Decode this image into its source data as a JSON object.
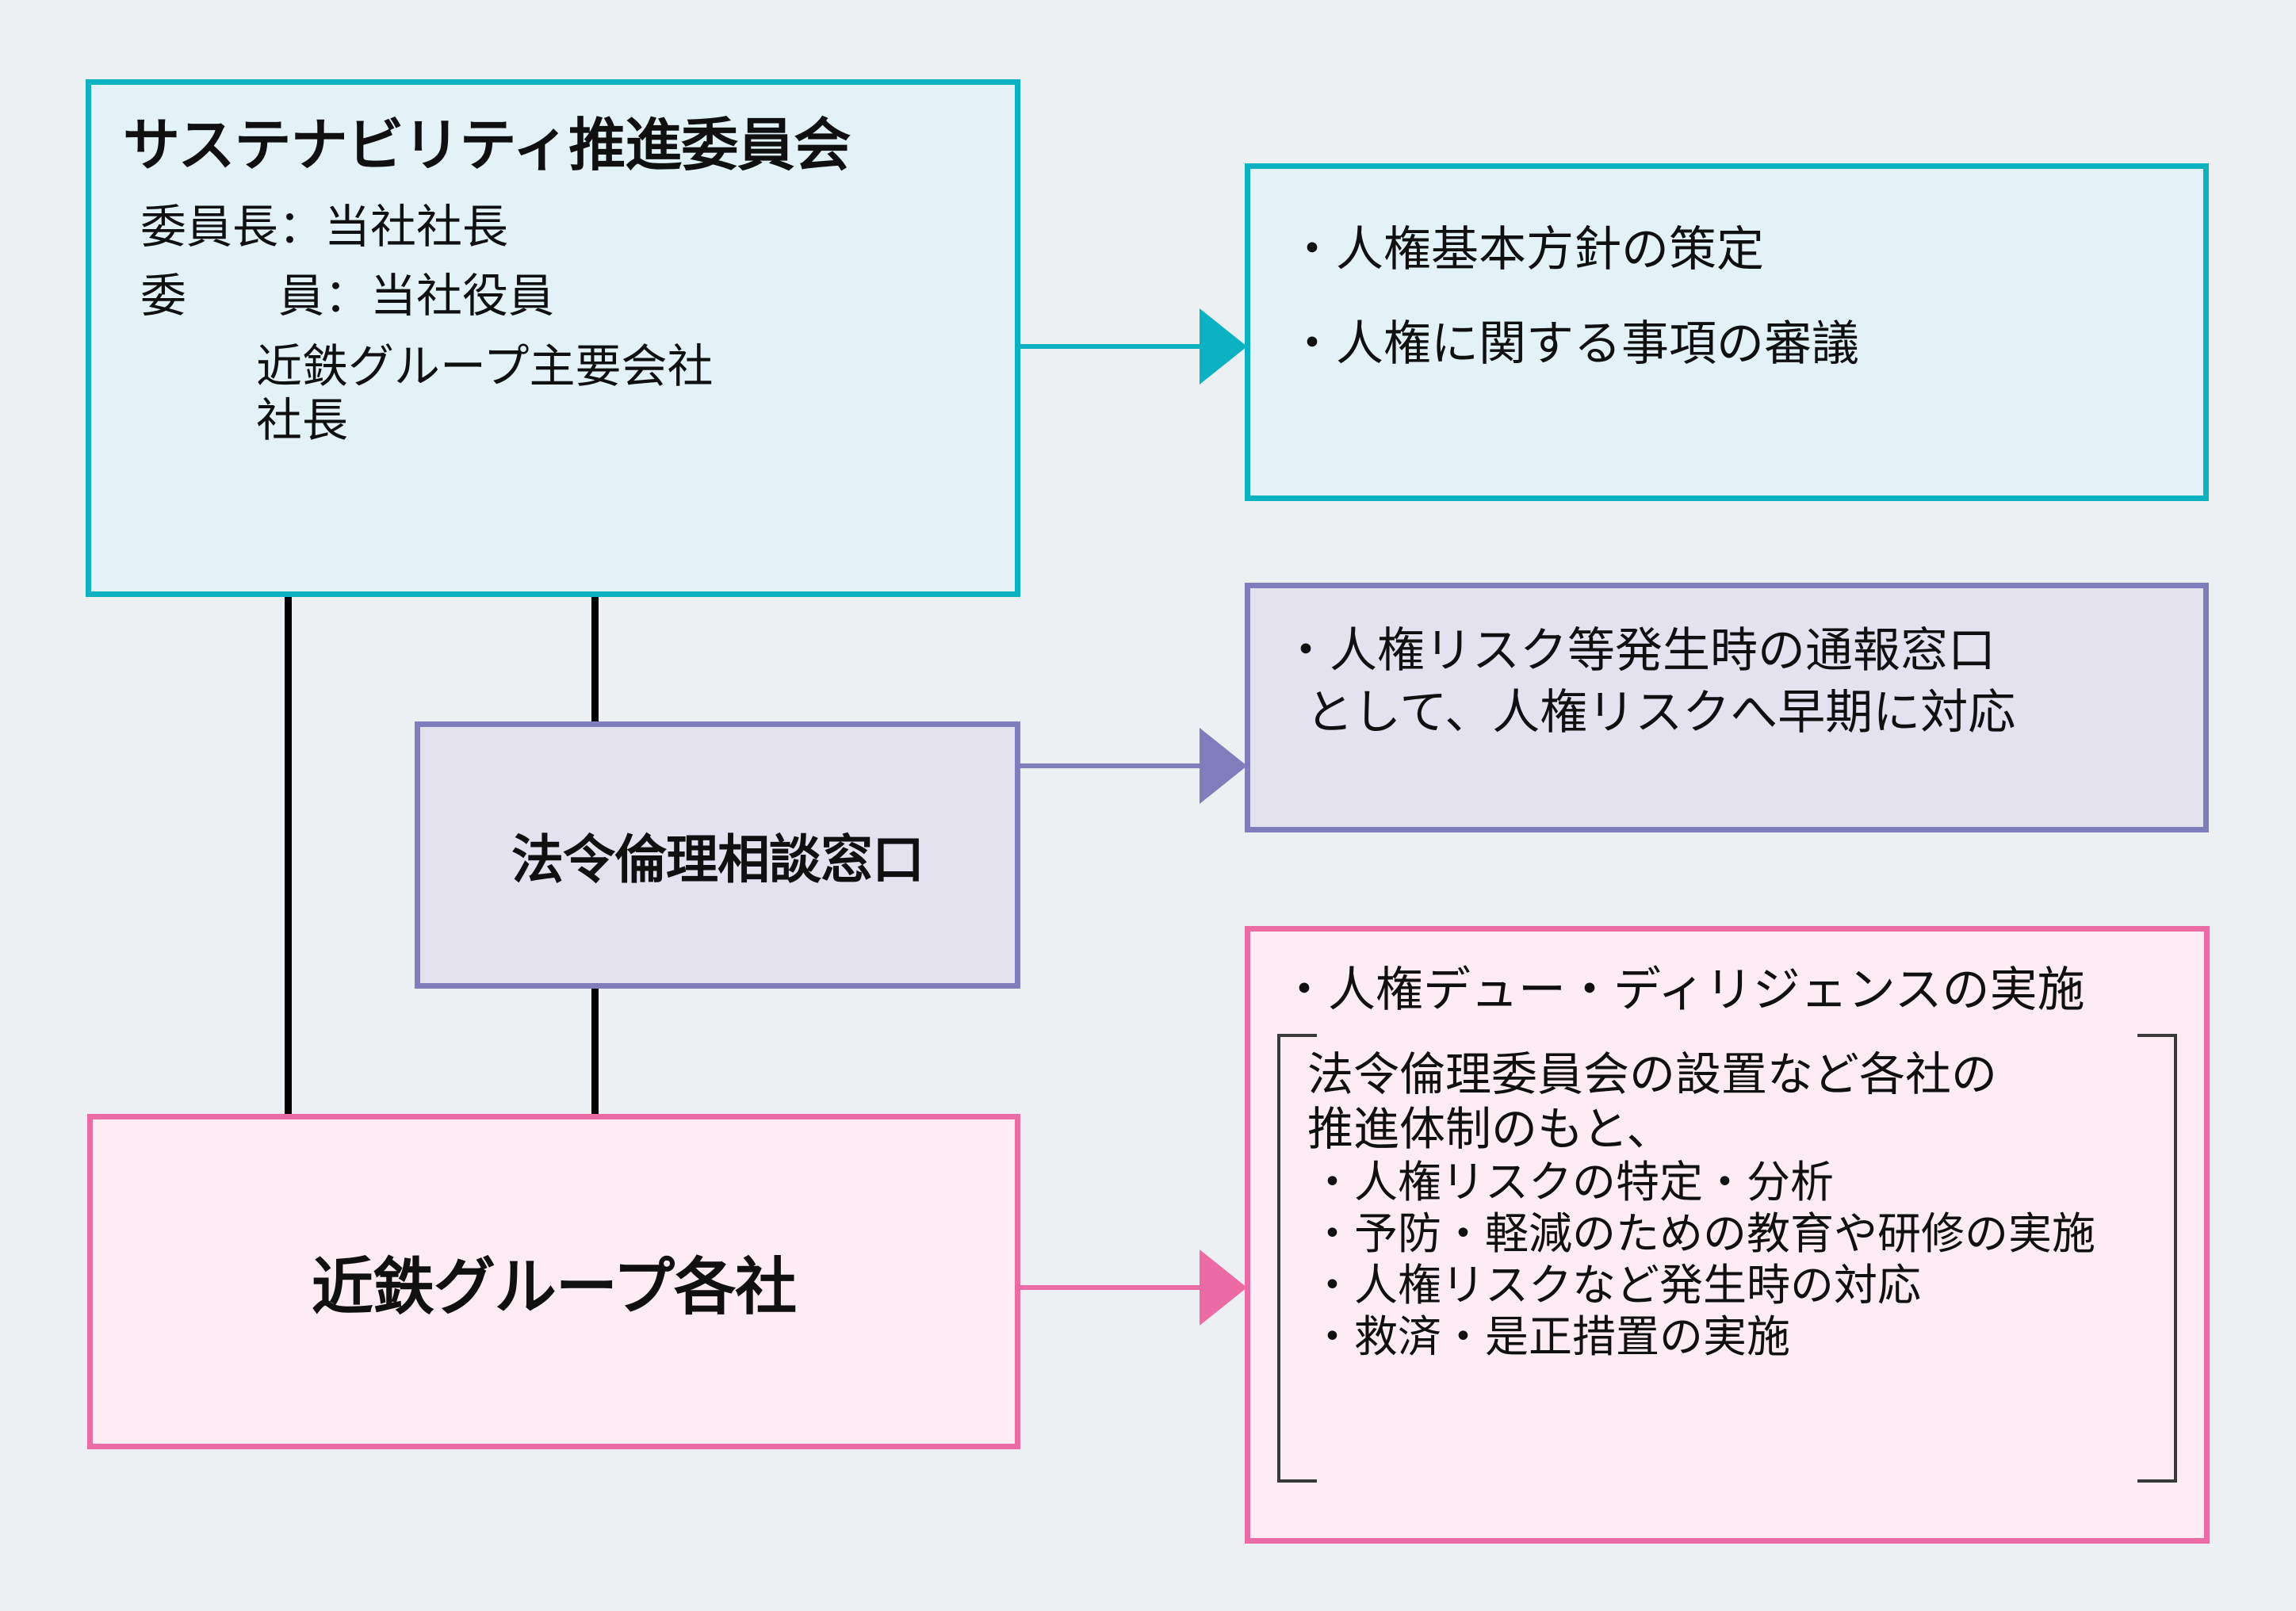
{
  "diagram": {
    "title": "Kintetsu Group human rights promotion structure",
    "colors": {
      "background": "#edf0f2",
      "teal_border": "#0cb2c1",
      "teal_fill": "#e2f2f7",
      "purple_border": "#7f7dbb",
      "purple_fill": "#e5e2f0",
      "pink_border": "#eb6ba5",
      "pink_fill": "#fdecf3",
      "connector_line": "#000000",
      "bracket": "#3a3a3a"
    }
  },
  "committee": {
    "title": "サステナビリティ推進委員会",
    "rows": [
      "委員長：当社社長",
      "委　　員：当社役員",
      "近鉄グループ主要会社",
      "社長"
    ]
  },
  "hotline": {
    "title": "法令倫理相談窓口"
  },
  "group": {
    "title": "近鉄グループ各社"
  },
  "duties": {
    "items": [
      "・人権基本方針の策定",
      "・人権に関する事項の審議"
    ]
  },
  "hotline_role": {
    "lines": [
      "・人権リスク等発生時の通報窓口",
      "として、人権リスクへ早期に対応"
    ]
  },
  "group_actions": {
    "due_diligence": "・人権デュー・ディリジェンスの実施",
    "bracket": {
      "lead_lines": [
        "法令倫理委員会の設置など各社の",
        "推進体制のもと、"
      ],
      "items": [
        "・人権リスクの特定・分析",
        "・予防・軽減のための教育や研修の実施",
        "・人権リスクなど発生時の対応",
        "・救済・是正措置の実施"
      ]
    }
  },
  "connectors": {
    "arrow_teal": "arrow-right-teal",
    "arrow_purple": "arrow-right-purple",
    "arrow_pink": "arrow-right-pink",
    "vertical_left": "vertical-line-left",
    "vertical_right": "vertical-line-right"
  }
}
